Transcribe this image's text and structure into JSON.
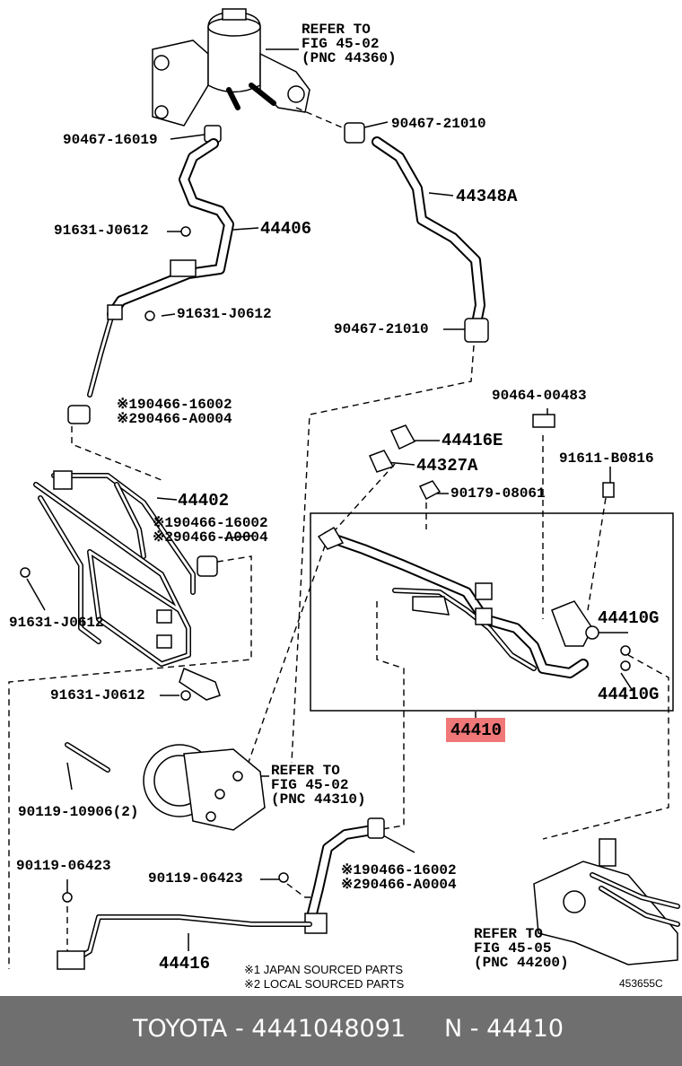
{
  "labels": {
    "refer_fig_45_02_top": [
      "REFER TO",
      "FIG 45-02",
      "(PNC 44360)"
    ],
    "p_90467_16019": "90467-16019",
    "p_90467_21010_top": "90467-21010",
    "p_44348A": "44348A",
    "p_91631_J0612_a": "91631-J0612",
    "p_44406": "44406",
    "p_91631_J0612_b": "91631-J0612",
    "p_90467_21010_mid": "90467-21010",
    "p_90464_00483": "90464-00483",
    "p_clamp_a": [
      "※190466-16002",
      "※290466-A0004"
    ],
    "p_44416E": "44416E",
    "p_44327A": "44327A",
    "p_91611_B0816": "91611-B0816",
    "p_90179_08061": "90179-08061",
    "p_44402": "44402",
    "p_clamp_b": [
      "※190466-16002",
      "※290466-A0004"
    ],
    "p_91631_J0612_c": "91631-J0612",
    "p_44410G_a": "44410G",
    "p_44410G_b": "44410G",
    "p_91631_J0612_d": "91631-J0612",
    "p_44410": "44410",
    "refer_fig_45_02_pump": [
      "REFER TO",
      "FIG 45-02",
      "(PNC 44310)"
    ],
    "p_90119_10906": "90119-10906(2)",
    "p_clamp_c": [
      "※190466-16002",
      "※290466-A0004"
    ],
    "p_90119_06423_a": "90119-06423",
    "p_90119_06423_b": "90119-06423",
    "refer_fig_45_05": [
      "REFER TO",
      "FIG 45-05",
      "(PNC 44200)"
    ],
    "p_44416": "44416",
    "notes": [
      "※1 JAPAN SOURCED PARTS",
      "※2 LOCAL SOURCED PARTS"
    ],
    "drawing_code": "453655C"
  },
  "highlight_color": "#f07878",
  "footer": {
    "brand": "TOYOTA",
    "part_number": "4441048091",
    "pnc": "N - 44410",
    "text": "TOYOTA - 4441048091     N - 44410"
  }
}
